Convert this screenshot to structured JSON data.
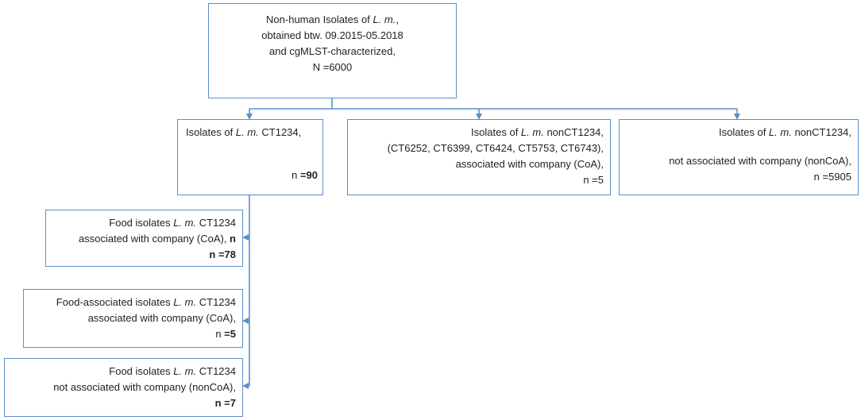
{
  "root": {
    "l1_pre": "Non-human Isolates of ",
    "l1_it": "L. m.",
    "l1_post": ",",
    "l2": "obtained btw. 09.2015-05.2018",
    "l3": "and cgMLST-characterized,",
    "l4": "N =6000"
  },
  "branch_ct": {
    "l1_pre": "Isolates of ",
    "l1_it": "L. m.",
    "l1_post": " CT1234,",
    "n_pre": "n ",
    "n_bold": "=90"
  },
  "branch_coa": {
    "l1_pre": "Isolates of ",
    "l1_it": "L. m.",
    "l1_post": " nonCT1234,",
    "l2": "(CT6252, CT6399, CT6424, CT5753, CT6743),",
    "l3": "associated with company (CoA),",
    "l4": "n =5"
  },
  "branch_noncoa": {
    "l1_pre": "Isolates of ",
    "l1_it": "L. m.",
    "l1_post": " nonCT1234,",
    "l2": "not associated with company (nonCoA),",
    "l3": "n =5905"
  },
  "sub_food_coa": {
    "l1_pre": "Food isolates ",
    "l1_it": "L. m.",
    "l1_post": " CT1234",
    "l2_pre": "associated with company (CoA), ",
    "l2_bold": "n",
    "l3": "n =78"
  },
  "sub_foodassoc_coa": {
    "l1_pre": "Food-associated isolates ",
    "l1_it": "L. m.",
    "l1_post": " CT1234",
    "l2": "associated with company (CoA),",
    "l3_pre": "n ",
    "l3_bold": "=5"
  },
  "sub_food_noncoa": {
    "l1_pre": "Food isolates ",
    "l1_it": "L. m.",
    "l1_post": " CT1234",
    "l2": "not associated with company (nonCoA),",
    "l3": "n =7"
  },
  "colors": {
    "border": "#5b8fc9",
    "arrow": "#5b8fc9"
  }
}
